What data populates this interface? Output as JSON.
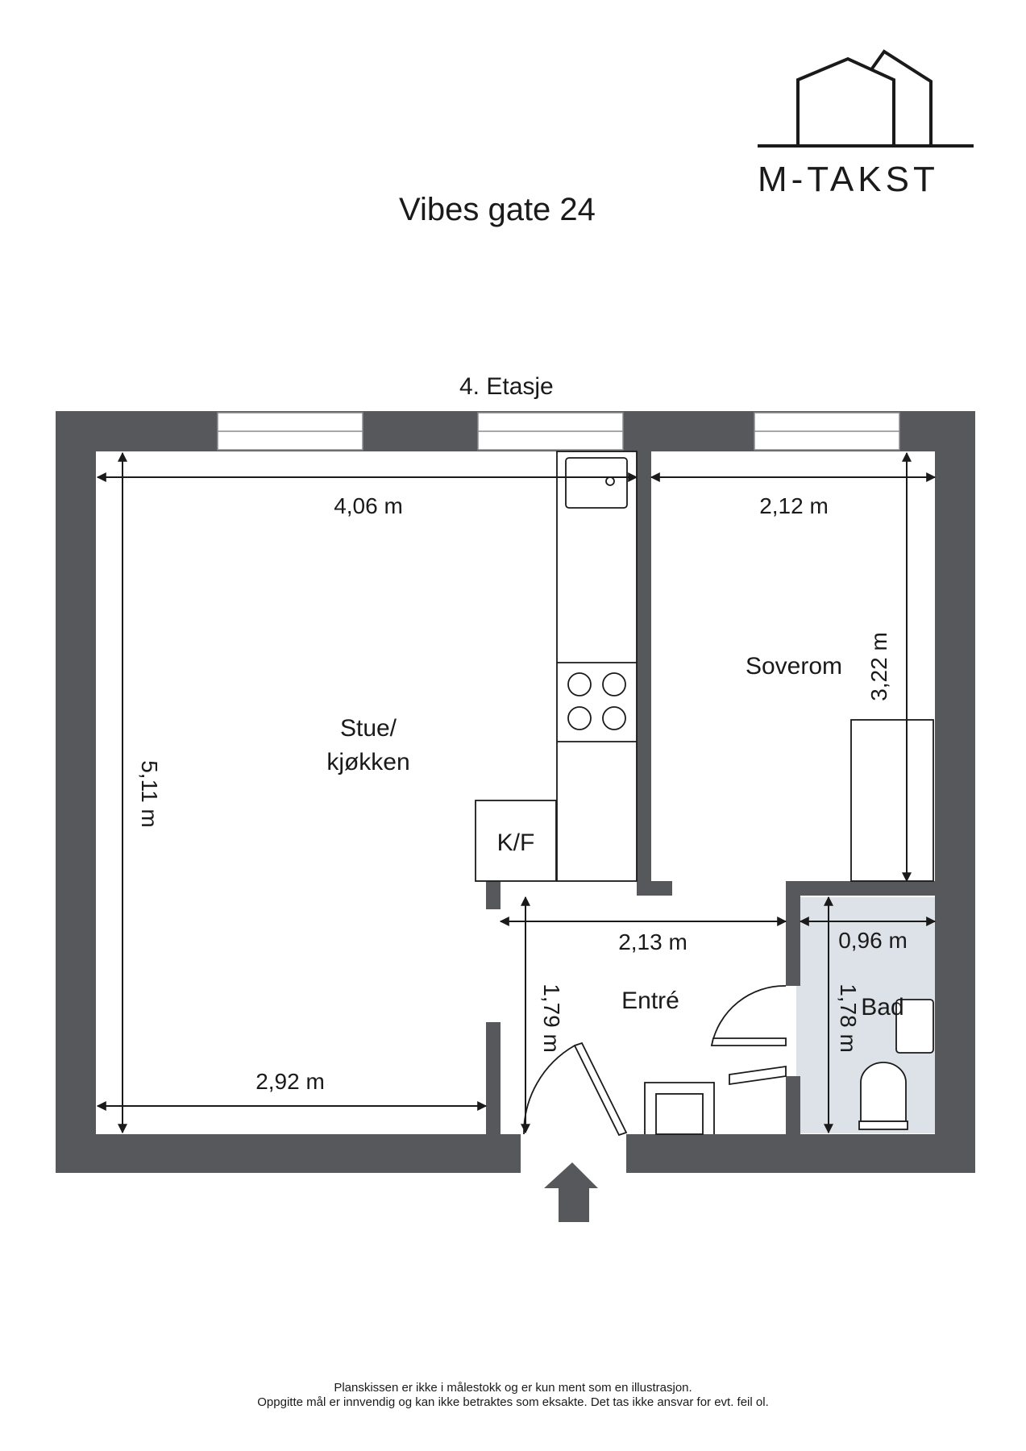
{
  "brand": {
    "name": "M-TAKST"
  },
  "title": "Vibes gate 24",
  "floor": "4. Etasje",
  "rooms": {
    "living": {
      "line1": "Stue/",
      "line2": "kjøkken"
    },
    "bedroom": "Soverom",
    "entrance": "Entré",
    "bathroom": "Bad",
    "fridge": "K/F"
  },
  "dimensions": {
    "living_width_top": "4,06 m",
    "bedroom_width": "2,12 m",
    "living_height": "5,11 m",
    "bedroom_height": "3,22 m",
    "entrance_width": "2,13 m",
    "bath_width": "0,96 m",
    "entrance_height": "1,79 m",
    "bath_height": "1,78 m",
    "living_width_bottom": "2,92 m"
  },
  "colors": {
    "wall": "#57585c",
    "bath_floor": "#dde1e8",
    "line": "#1a1a1a"
  },
  "footer": {
    "line1": "Planskissen er ikke i målestokk og er kun ment som en illustrasjon.",
    "line2": "Oppgitte mål er innvendig og kan ikke betraktes som eksakte. Det tas ikke ansvar for evt. feil ol."
  }
}
